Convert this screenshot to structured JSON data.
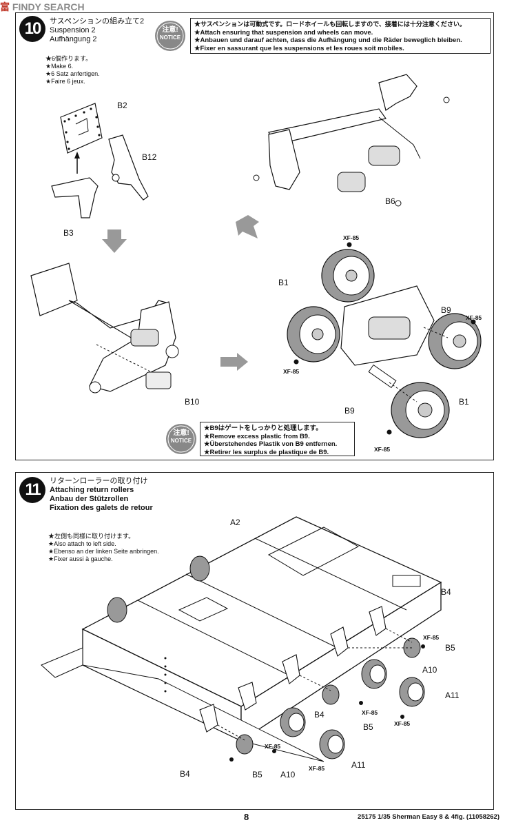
{
  "watermark": {
    "logo": "富",
    "text": "FINDY SEARCH"
  },
  "step10": {
    "number": "10",
    "title_jp": "サスペンションの組み立て2",
    "title_en": "Suspension 2",
    "title_de": "Aufhängung 2",
    "make_notes": [
      "★6個作ります。",
      "★Make 6.",
      "★6 Satz anfertigen.",
      "★Faire 6 jeux."
    ],
    "notice_label_jp": "注意!",
    "notice_label_en": "NOTICE",
    "notice_top": [
      "★サスペンションは可動式です。ロードホイールも回転しますので、接着には十分注意ください。",
      "★Attach ensuring that suspension and wheels can move.",
      "★Anbauen und darauf achten, dass die Aufhängung und die Räder beweglich bleiben.",
      "★Fixer en sassurant que les suspensions et les roues soit mobiles."
    ],
    "notice_bottom": [
      "★B9はゲートをしっかりと処理します。",
      "★Remove excess plastic from B9.",
      "★Überstehendes Plastik von B9 entfernen.",
      "★Retirer les surplus de plastique de B9."
    ],
    "parts": {
      "b2": "B2",
      "b12": "B12",
      "b3": "B3",
      "b6": "B6",
      "b10": "B10",
      "b1_left": "B1",
      "b9_right": "B9",
      "b9_bottom": "B9",
      "b1_right": "B1"
    },
    "paints": {
      "top": "XF-85",
      "right": "XF-85",
      "left": "XF-85",
      "bottom": "XF-85"
    }
  },
  "step11": {
    "number": "11",
    "title_jp": "リターンローラーの取り付け",
    "title_en": "Attaching return rollers",
    "title_de": "Anbau der Stützrollen",
    "title_fr": "Fixation des galets de retour",
    "notes": [
      "★左側も同様に取り付けます。",
      "★Also attach to left side.",
      "★Ebenso an der linken Seite anbringen.",
      "★Fixer aussi à gauche."
    ],
    "parts": {
      "a2": "A2",
      "b4_top": "B4",
      "b5_a": "B5",
      "a10_a": "A10",
      "a11_a": "A11",
      "b4_mid": "B4",
      "b5_b": "B5",
      "b4_bottom": "B4",
      "b5_c": "B5",
      "a10_b": "A10",
      "a11_b": "A11"
    },
    "paints": {
      "p1": "XF-85",
      "p2": "XF-85",
      "p3": "XF-85",
      "p4": "XF-85",
      "p5": "XF-85"
    }
  },
  "footer": {
    "page": "8",
    "code": "25175  1/35 Sherman Easy 8 & 4fig. (11058262)"
  }
}
